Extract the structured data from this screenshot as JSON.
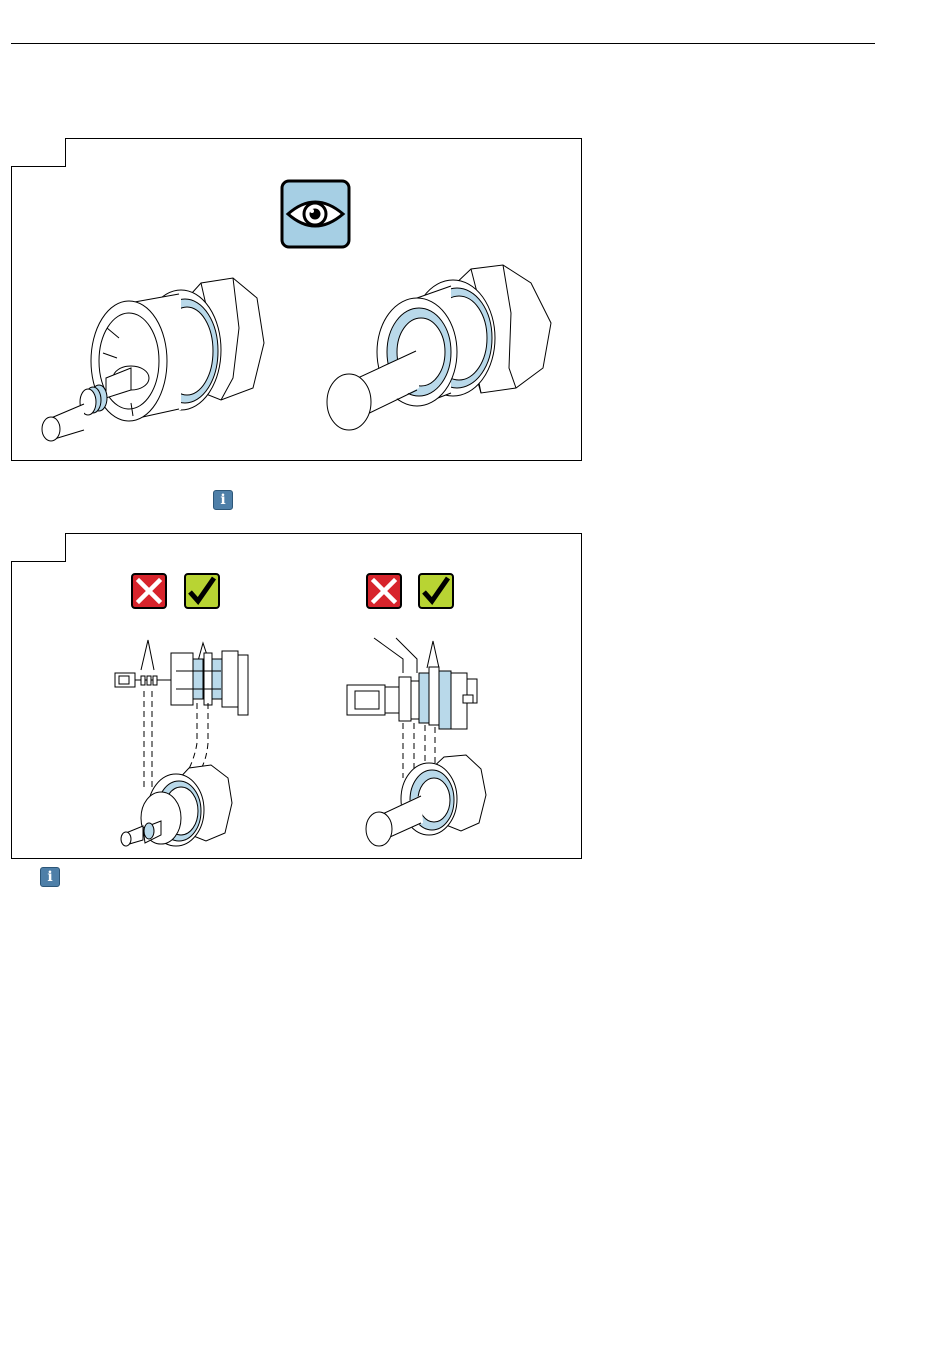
{
  "page": {
    "colors": {
      "seal_blue": "#b9d9ea",
      "eye_panel": "#a6cfe4",
      "cross_red": "#d7242c",
      "check_green": "#b8d433",
      "info_blue": "#4e7fa8"
    }
  },
  "figure_1": {
    "icons": [
      "visual-inspection-eye-icon"
    ],
    "illustrations": [
      "sensor-with-flange-and-seal-rings",
      "sensor-with-cylindrical-shaft-and-seal-rings"
    ]
  },
  "note_1": {
    "icon": "info-icon",
    "glyph": "i"
  },
  "figure_2": {
    "left_group": {
      "icons": [
        "incorrect-cross-icon",
        "correct-check-icon"
      ]
    },
    "right_group": {
      "icons": [
        "incorrect-cross-icon",
        "correct-check-icon"
      ]
    }
  },
  "note_2": {
    "icon": "info-icon",
    "glyph": "i"
  }
}
